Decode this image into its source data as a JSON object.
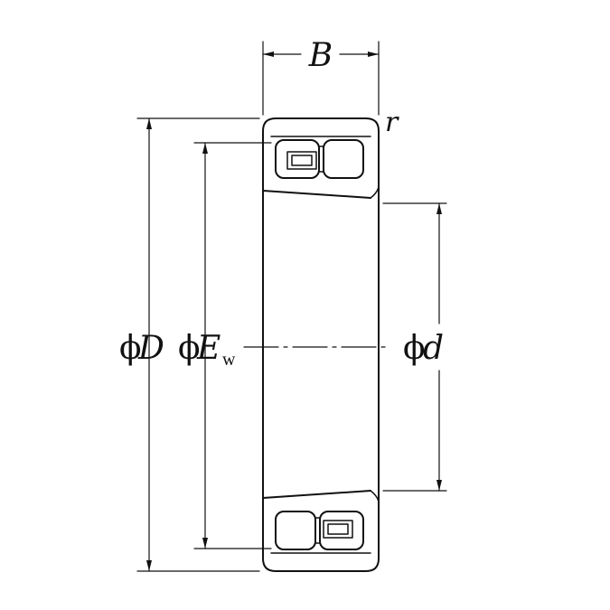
{
  "labels": {
    "width": "B",
    "radius": "r",
    "outer_diameter_symbol": "ϕ",
    "outer_diameter": "D",
    "roller_diameter_symbol": "ϕ",
    "roller_diameter": "E",
    "roller_diameter_subscript": "w",
    "bore_diameter_symbol": "ϕ",
    "bore_diameter": "d"
  },
  "colors": {
    "line": "#111111",
    "background": "#ffffff"
  }
}
